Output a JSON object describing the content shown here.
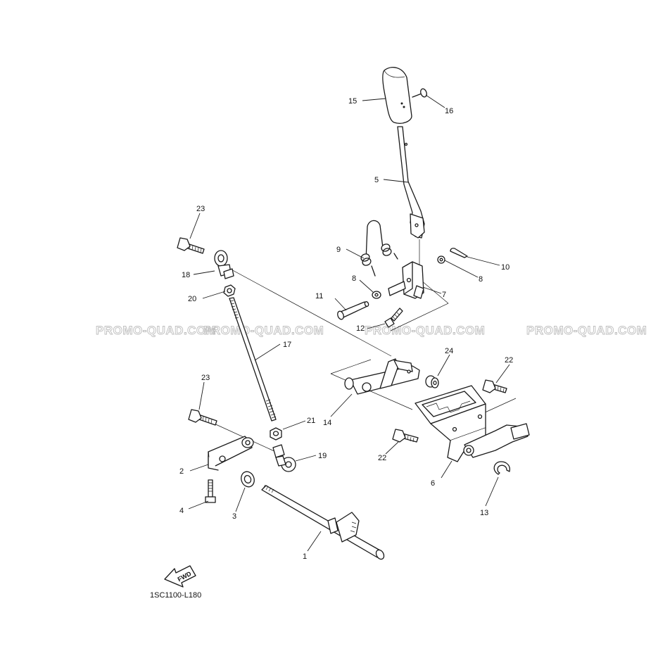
{
  "watermarks": [
    "PROMO-QUAD.COM",
    "PROMO-QUAD.COM",
    "PROMO-QUAD.COM",
    "PROMO-QUAD.COM"
  ],
  "callouts": {
    "p1": "1",
    "p2": "2",
    "p3": "3",
    "p4": "4",
    "p5": "5",
    "p6": "6",
    "p7": "7",
    "p8a": "8",
    "p8b": "8",
    "p9": "9",
    "p10": "10",
    "p11": "11",
    "p12": "12",
    "p13": "13",
    "p14": "14",
    "p15": "15",
    "p16": "16",
    "p17": "17",
    "p18": "18",
    "p19": "19",
    "p20": "20",
    "p21": "21",
    "p22a": "22",
    "p22b": "22",
    "p23a": "23",
    "p23b": "23",
    "p24": "24"
  },
  "fwd_label": "FWD",
  "diagram_code": "1SC1100-L180",
  "colors": {
    "line": "#1a1a1a",
    "watermark": "#bdbdbd",
    "background": "#ffffff"
  }
}
